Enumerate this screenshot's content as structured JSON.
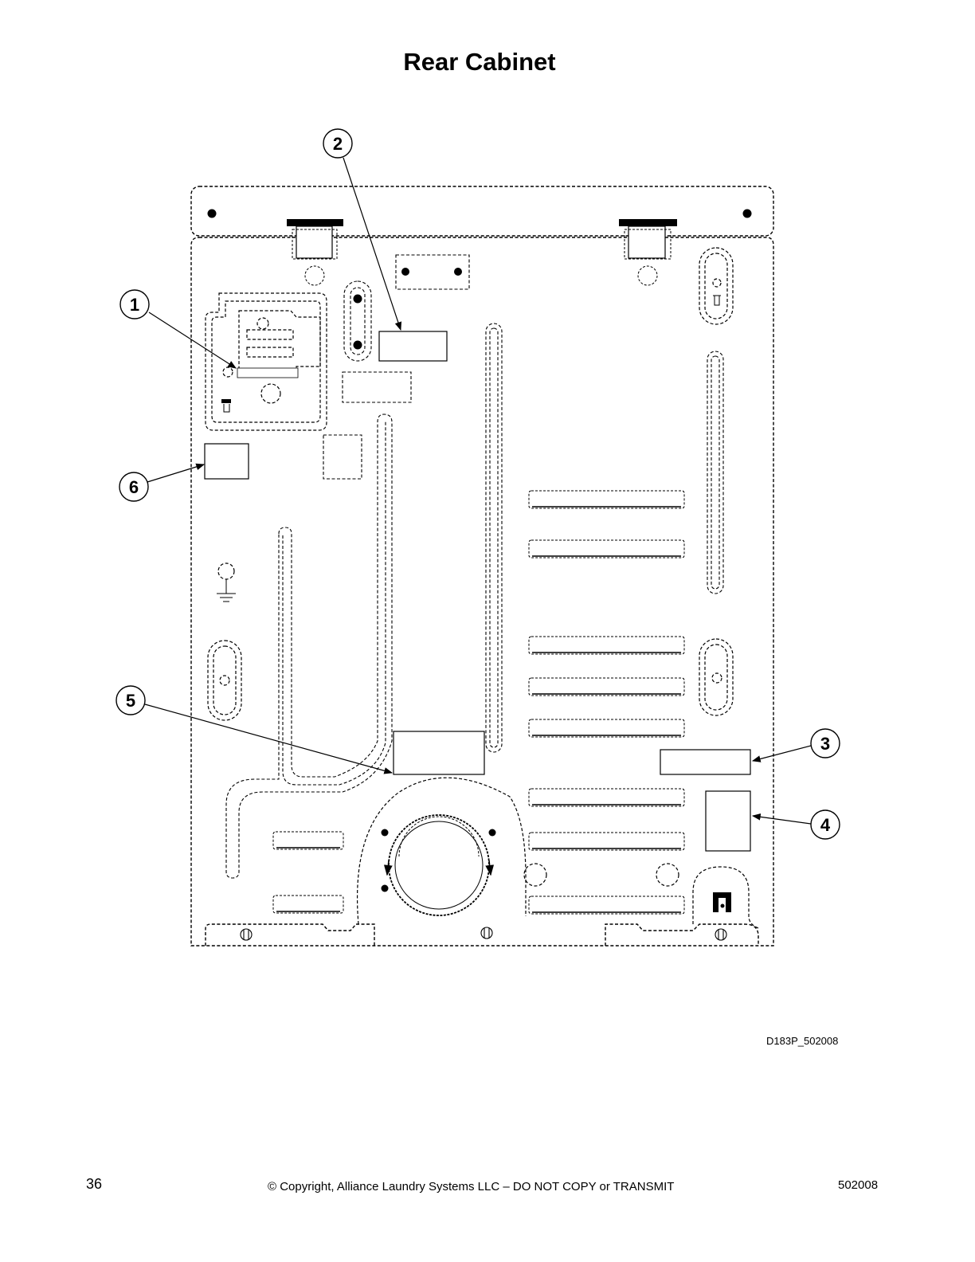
{
  "page": {
    "title": "Rear Cabinet",
    "figure_id": "D183P_502008",
    "page_number": "36",
    "copyright": "© Copyright, Alliance Laundry Systems LLC – DO NOT COPY or TRANSMIT",
    "document_number": "502008"
  },
  "callouts": [
    {
      "label": "1"
    },
    {
      "label": "2"
    },
    {
      "label": "3"
    },
    {
      "label": "4"
    },
    {
      "label": "5"
    },
    {
      "label": "6"
    }
  ]
}
